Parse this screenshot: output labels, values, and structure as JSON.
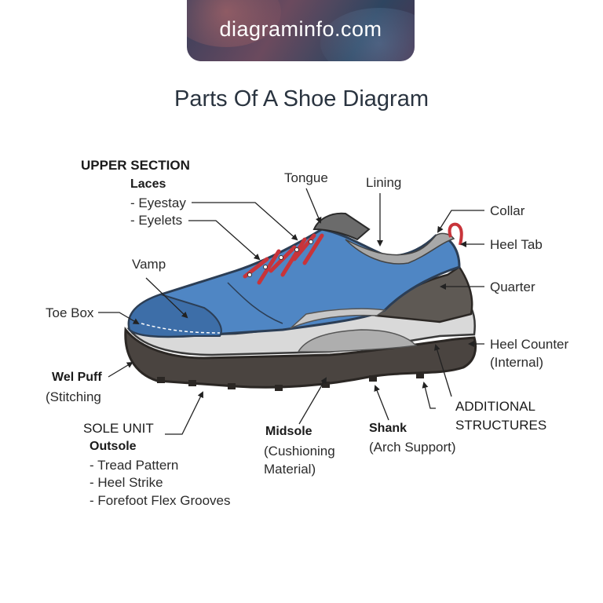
{
  "banner": {
    "text": "diagraminfo.com"
  },
  "title": "Parts Of A Shoe Diagram",
  "labels": {
    "upper_section": "UPPER SECTION",
    "laces": "Laces",
    "eyestay": "- Eyestay",
    "eyelets": "- Eyelets",
    "tongue": "Tongue",
    "lining": "Lining",
    "collar": "Collar",
    "heel_tab": "Heel Tab",
    "quarter": "Quarter",
    "vamp": "Vamp",
    "toe_box": "Toe Box",
    "heel_counter": "Heel Counter",
    "heel_counter_sub": "(Internal)",
    "welt_puff": "Wel Puff",
    "welt_puff_sub": "(Stitching",
    "sole_unit": "SOLE UNIT",
    "outsole": "Outsole",
    "tread_pattern": "- Tread Pattern",
    "heel_strike": "- Heel Strike",
    "forefoot_flex": "- Forefoot Flex Grooves",
    "midsole": "Midsole",
    "midsole_sub1": "(Cushioning",
    "midsole_sub2": "Material)",
    "shank": "Shank",
    "shank_sub": "(Arch Support)",
    "additional_1": "ADDITIONAL",
    "additional_2": "STRUCTURES"
  },
  "colors": {
    "upper_blue": "#4f86c4",
    "upper_dark_blue": "#3d6ea8",
    "lace_red": "#c8343a",
    "midsole_gray": "#d6d6d6",
    "outsole_dark": "#4a4440",
    "heel_dark": "#5e5954"
  }
}
